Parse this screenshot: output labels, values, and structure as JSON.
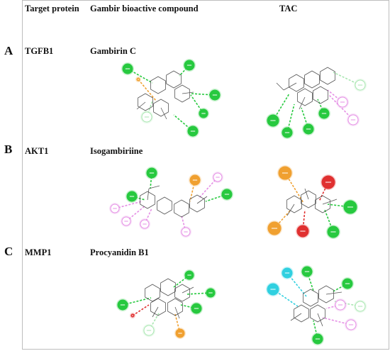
{
  "headers": {
    "target_protein": "Target protein",
    "gambir_compound": "Gambir bioactive compound",
    "tac": "TAC"
  },
  "rows": [
    {
      "label": "A",
      "protein": "TGFB1",
      "compound": "Gambirin C"
    },
    {
      "label": "B",
      "protein": "AKT1",
      "compound": "Isogambiriine"
    },
    {
      "label": "C",
      "protein": "MMP1",
      "compound": "Procyanidin B1"
    }
  ],
  "colors": {
    "hbond": "#27c93f",
    "pi_alkyl": "#e58fe5",
    "pi_cation": "#f0a030",
    "unfavorable": "#e03030",
    "carbon_hbond": "#a8e6b0",
    "halogen": "#30d0e0",
    "bond": "#555555"
  }
}
